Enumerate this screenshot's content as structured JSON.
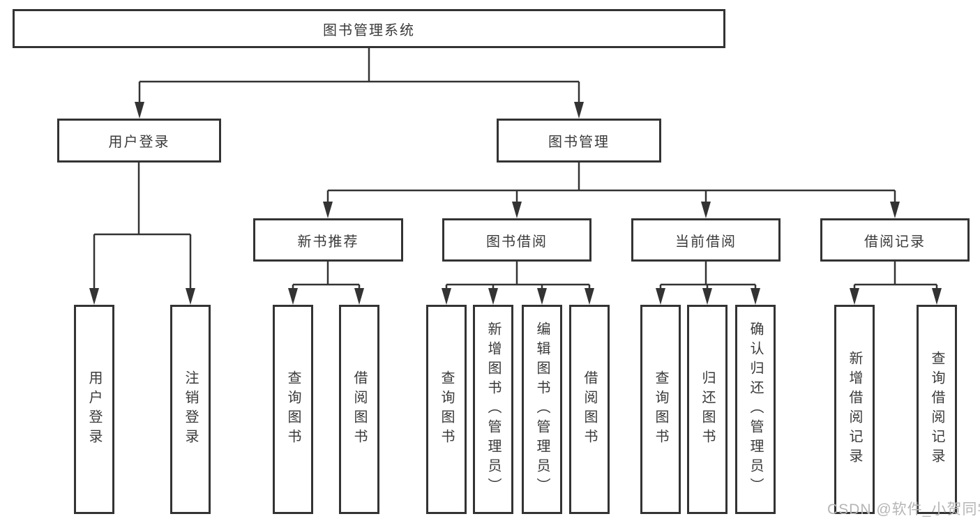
{
  "root": {
    "label": "图书管理系统"
  },
  "branches": [
    {
      "label": "用户登录",
      "children": [
        {
          "label": "用户登录"
        },
        {
          "label": "注销登录"
        }
      ]
    },
    {
      "label": "图书管理",
      "children": [
        {
          "label": "新书推荐",
          "children": [
            {
              "label": "查询图书"
            },
            {
              "label": "借阅图书"
            }
          ]
        },
        {
          "label": "图书借阅",
          "children": [
            {
              "label": "查询图书"
            },
            {
              "label": "新增图书（管理员）"
            },
            {
              "label": "编辑图书（管理员）"
            },
            {
              "label": "借阅图书"
            }
          ]
        },
        {
          "label": "当前借阅",
          "children": [
            {
              "label": "查询图书"
            },
            {
              "label": "归还图书"
            },
            {
              "label": "确认归还（管理员）"
            }
          ]
        },
        {
          "label": "借阅记录",
          "children": [
            {
              "label": "新增借阅记录"
            },
            {
              "label": "查询借阅记录"
            }
          ]
        }
      ]
    }
  ],
  "colors": {
    "line": "#333333",
    "box_fill": "#ffffff",
    "text": "#3a3a3a",
    "watermark": "#b5b5b5"
  },
  "watermark": "CSDN @软件_小贺同学"
}
